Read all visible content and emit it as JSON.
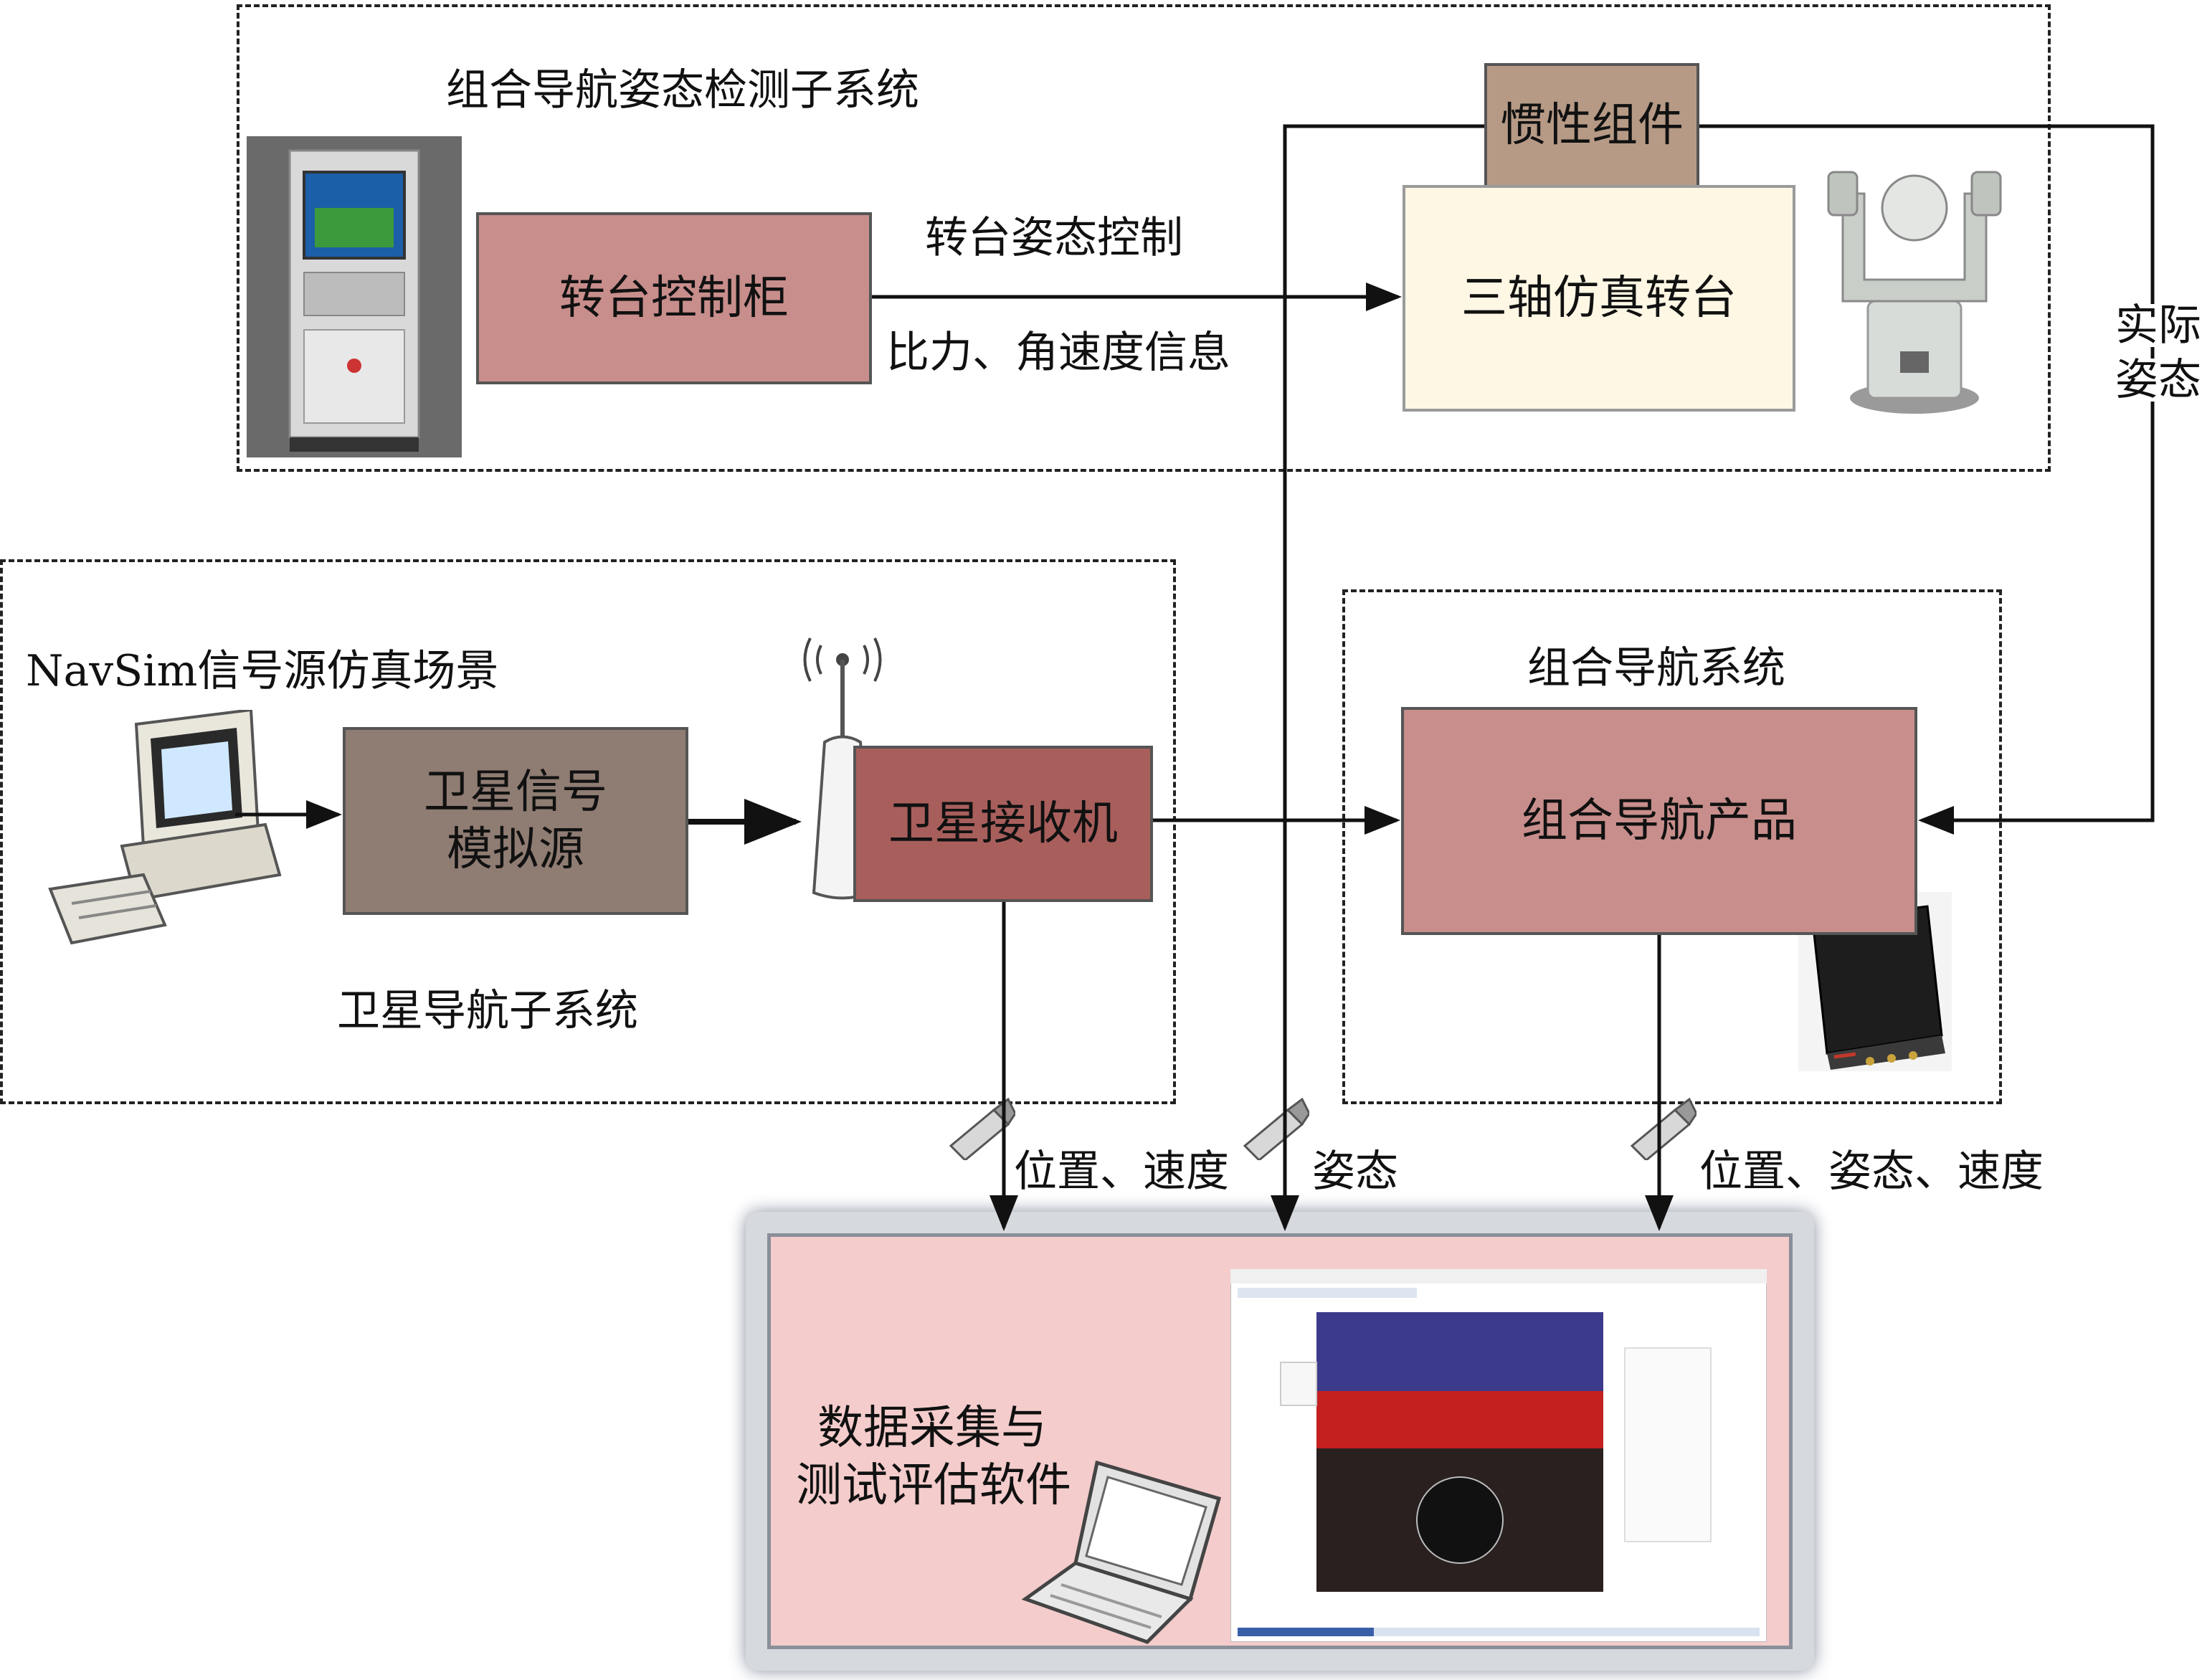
{
  "subsystems": {
    "attitude": "组合导航姿态检测子系统",
    "satellite": "卫星导航子系统",
    "integrated": "组合导航系统"
  },
  "boxes": {
    "turntable_cabinet": "转台控制柜",
    "imu": "惯性组件",
    "three_axis_table": "三轴仿真转台",
    "sat_simulator_line1": "卫星信号",
    "sat_simulator_line2": "模拟源",
    "sat_receiver": "卫星接收机",
    "nav_product": "组合导航产品",
    "software_line1": "数据采集与",
    "software_line2": "测试评估软件"
  },
  "labels": {
    "turntable_control": "转台姿态控制",
    "force_rate_info": "比力、角速度信息",
    "actual_attitude_line1": "实际",
    "actual_attitude_line2": "姿态",
    "navsim_scene": "NavSim信号源仿真场景",
    "pos_vel": "位置、速度",
    "attitude": "姿态",
    "pos_att_vel": "位置、姿态、速度"
  },
  "colors": {
    "cabinet_fill": "#c88e8c",
    "imu_fill": "#b69a86",
    "table_fill": "#fdf7e4",
    "simulator_fill": "#8f7c72",
    "receiver_fill": "#a85f5c",
    "product_fill": "#c88e8c",
    "software_fill": "#f4cccc"
  }
}
